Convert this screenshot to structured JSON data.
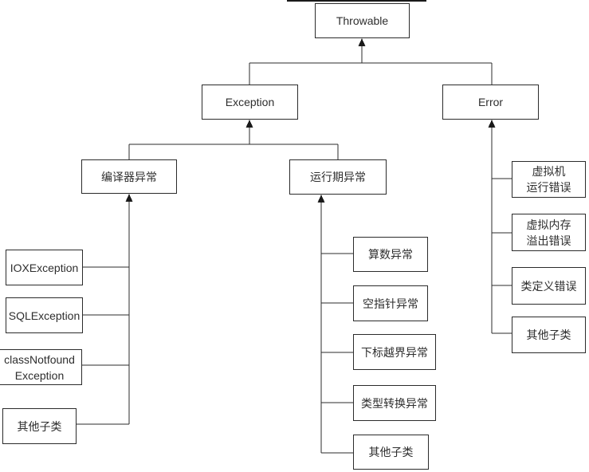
{
  "colors": {
    "background": "#ffffff",
    "line": "#2b2b2b",
    "text": "#2e2e2e",
    "box_fill": "#ffffff"
  },
  "nodes": {
    "throwable": {
      "label": "Throwable"
    },
    "exception": {
      "label": "Exception"
    },
    "error": {
      "label": "Error"
    },
    "compile_exception": {
      "label": "编译器异常"
    },
    "runtime_exception": {
      "label": "运行期异常"
    },
    "iox_exception": {
      "label": "IOXException"
    },
    "sql_exception": {
      "label": "SQLException"
    },
    "class_notfound_exception": {
      "label": [
        "classNotfound",
        "Exception"
      ]
    },
    "other_subclass_left": {
      "label": "其他子类"
    },
    "arithmetic_exception": {
      "label": "算数异常"
    },
    "null_pointer_exception": {
      "label": "空指针异常"
    },
    "index_out_of_bounds_exception": {
      "label": "下标越界异常"
    },
    "class_cast_exception": {
      "label": "类型转换异常"
    },
    "other_subclass_middle": {
      "label": "其他子类"
    },
    "vm_runtime_error": {
      "label": [
        "虚拟机",
        "运行错误"
      ]
    },
    "vm_memory_overflow_error": {
      "label": [
        "虚拟内存",
        "溢出错误"
      ]
    },
    "class_def_error": {
      "label": "类定义错误"
    },
    "other_subclass_right": {
      "label": "其他子类"
    }
  },
  "edges": [
    {
      "from": "exception",
      "to": "throwable"
    },
    {
      "from": "error",
      "to": "throwable"
    },
    {
      "from": "compile_exception",
      "to": "exception"
    },
    {
      "from": "runtime_exception",
      "to": "exception"
    },
    {
      "from": "iox_exception",
      "to": "compile_exception"
    },
    {
      "from": "sql_exception",
      "to": "compile_exception"
    },
    {
      "from": "class_notfound_exception",
      "to": "compile_exception"
    },
    {
      "from": "other_subclass_left",
      "to": "compile_exception"
    },
    {
      "from": "arithmetic_exception",
      "to": "runtime_exception"
    },
    {
      "from": "null_pointer_exception",
      "to": "runtime_exception"
    },
    {
      "from": "index_out_of_bounds_exception",
      "to": "runtime_exception"
    },
    {
      "from": "class_cast_exception",
      "to": "runtime_exception"
    },
    {
      "from": "other_subclass_middle",
      "to": "runtime_exception"
    },
    {
      "from": "vm_runtime_error",
      "to": "error"
    },
    {
      "from": "vm_memory_overflow_error",
      "to": "error"
    },
    {
      "from": "class_def_error",
      "to": "error"
    },
    {
      "from": "other_subclass_right",
      "to": "error"
    }
  ]
}
